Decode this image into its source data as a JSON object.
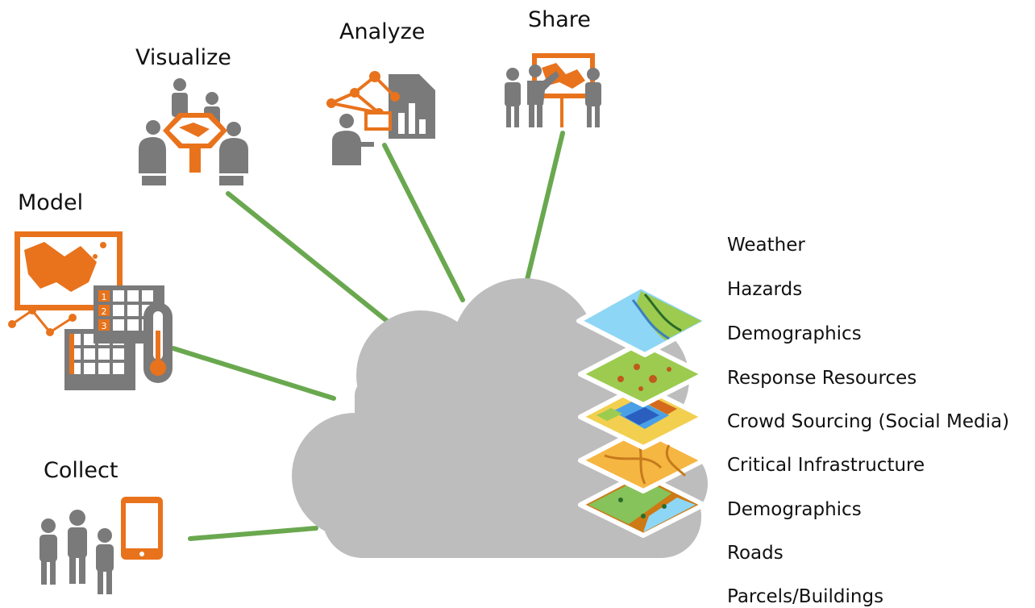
{
  "workflow": {
    "visualize": "Visualize",
    "analyze": "Analyze",
    "share": "Share",
    "model": "Model",
    "collect": "Collect"
  },
  "layers": [
    "Weather",
    "Hazards",
    "Demographics",
    "Response Resources",
    "Crowd Sourcing (Social Media)",
    "Critical Infrastructure",
    "Demographics",
    "Roads",
    "Parcels/Buildings"
  ],
  "model_icon_numbers": [
    "1",
    "2",
    "3"
  ],
  "colors": {
    "accent_orange": "#e8731c",
    "icon_gray": "#7a7a7a",
    "cloud_gray": "#bdbdbd",
    "connector_green": "#6aa84f",
    "water_blue": "#8ed6f5",
    "land_green": "#9ccb4f"
  }
}
